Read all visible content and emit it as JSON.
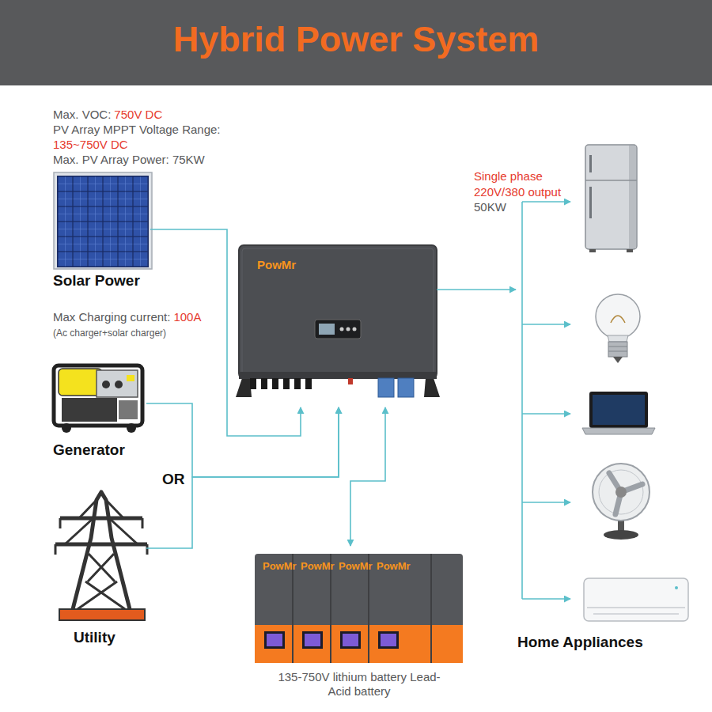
{
  "diagram": {
    "title": "Hybrid Power System",
    "nodes": [
      {
        "text": [
          "Solar Power"
        ]
      },
      {
        "text": [
          "Generator"
        ]
      },
      {
        "text": [
          "Utility"
        ]
      },
      {
        "text": [
          "PowMr"
        ]
      },
      {
        "text": [
          "135-750V lithium battery Lead-Acid battery"
        ]
      },
      {
        "text": [
          "PowMr"
        ],
        "in": 4
      },
      {
        "text": [
          "PowMr"
        ],
        "in": 4
      },
      {
        "text": [
          "PowMr"
        ],
        "in": 4
      },
      {
        "text": [
          "PowMr"
        ],
        "in": 4
      },
      {
        "text": [
          "Home Appliances"
        ]
      }
    ],
    "edges": [
      {
        "from": 0,
        "to": 3,
        "arrow": "to"
      },
      {
        "from": 1,
        "to": 3,
        "arrow": "to"
      },
      {
        "from": 2,
        "to": 3,
        "arrow": "to"
      },
      {
        "from": 3,
        "to": 4,
        "arrow": "both"
      },
      {
        "from": 3,
        "to": 9,
        "arrow": "to"
      }
    ],
    "labels": [
      "Max. VOC:",
      "750V DC",
      "PV Array MPPT Voltage Range:",
      "135~750V DC",
      "Max. PV Array Power: 75KW",
      "Max Charging current:",
      "100A",
      "(Ac charger+solar charger)",
      "Single phase",
      "220V/380 output",
      "50KW",
      "OR"
    ]
  }
}
